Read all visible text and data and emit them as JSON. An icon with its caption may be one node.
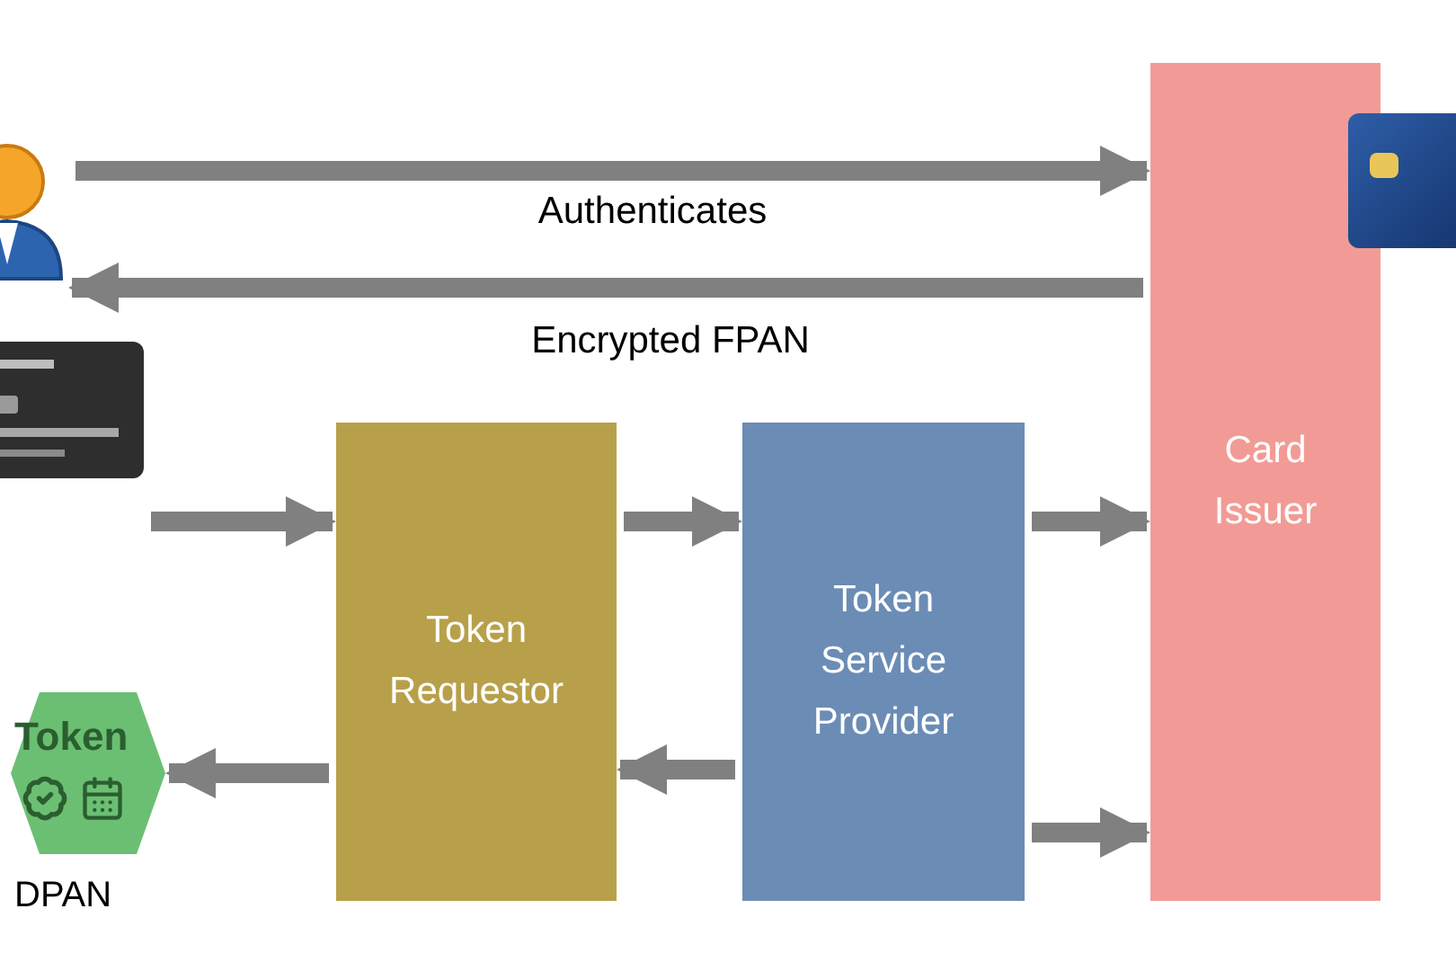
{
  "diagram": {
    "nodes": [
      {
        "text": [],
        "shape": "person"
      },
      {
        "text": [
          "Card Issuer"
        ]
      },
      {
        "text": [],
        "shape": "picture"
      },
      {
        "text": [],
        "shape": "picture"
      },
      {
        "text": [
          "Token Requestor"
        ]
      },
      {
        "text": [
          "Token Service Provider"
        ]
      },
      {
        "text": [
          "Token"
        ],
        "beside": [
          "DPAN"
        ]
      }
    ],
    "edges": [
      {
        "from": 0,
        "to": 1,
        "arrow": "to",
        "label": "Authenticates"
      },
      {
        "from": 1,
        "to": 0,
        "arrow": "to",
        "label": "Encrypted FPAN"
      },
      {
        "from": 3,
        "to": 4,
        "arrow": "to"
      },
      {
        "from": 4,
        "to": 5,
        "arrow": "to"
      },
      {
        "from": 5,
        "to": 1,
        "arrow": "to"
      },
      {
        "from": 5,
        "to": 4,
        "arrow": "to"
      },
      {
        "from": 4,
        "to": 6,
        "arrow": "to"
      },
      {
        "from": 5,
        "to": 1,
        "arrow": "to"
      }
    ]
  }
}
